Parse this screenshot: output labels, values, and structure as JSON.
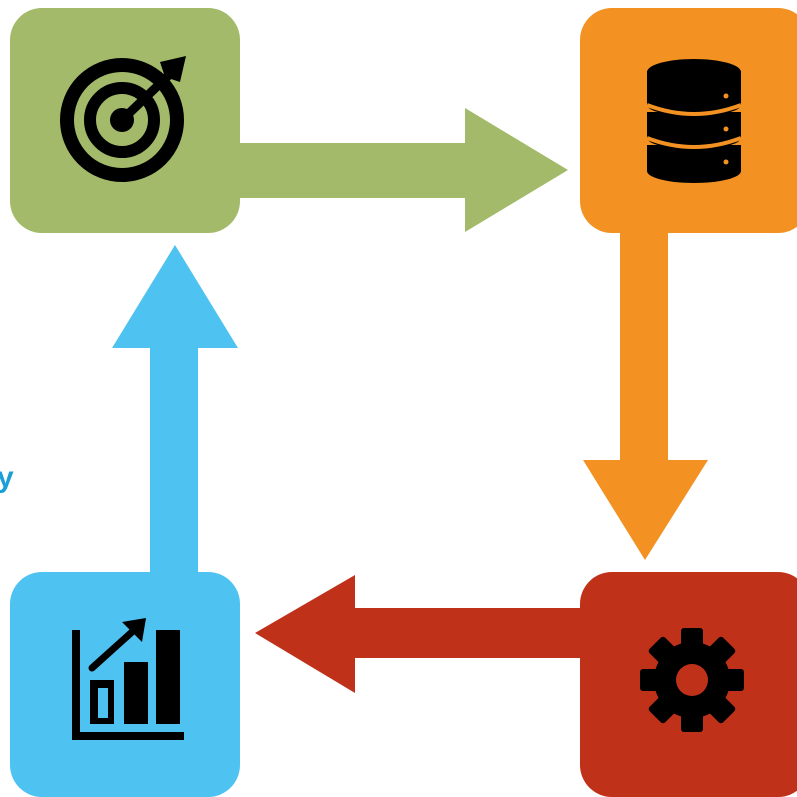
{
  "colors": {
    "objective": "#A2BA69",
    "data": "#F39222",
    "process": "#C0311A",
    "analysis": "#4EC2F1",
    "icon": "#000000",
    "label_text": "#1B9FD8"
  },
  "steps": [
    {
      "id": "objective",
      "icon": "target-icon"
    },
    {
      "id": "data",
      "icon": "database-icon"
    },
    {
      "id": "process",
      "icon": "gear-icon"
    },
    {
      "id": "analysis",
      "icon": "bar-chart-growth-icon"
    }
  ],
  "flow": [
    "objective",
    "data",
    "process",
    "analysis",
    "objective"
  ],
  "edge_label": {
    "text": "y"
  }
}
